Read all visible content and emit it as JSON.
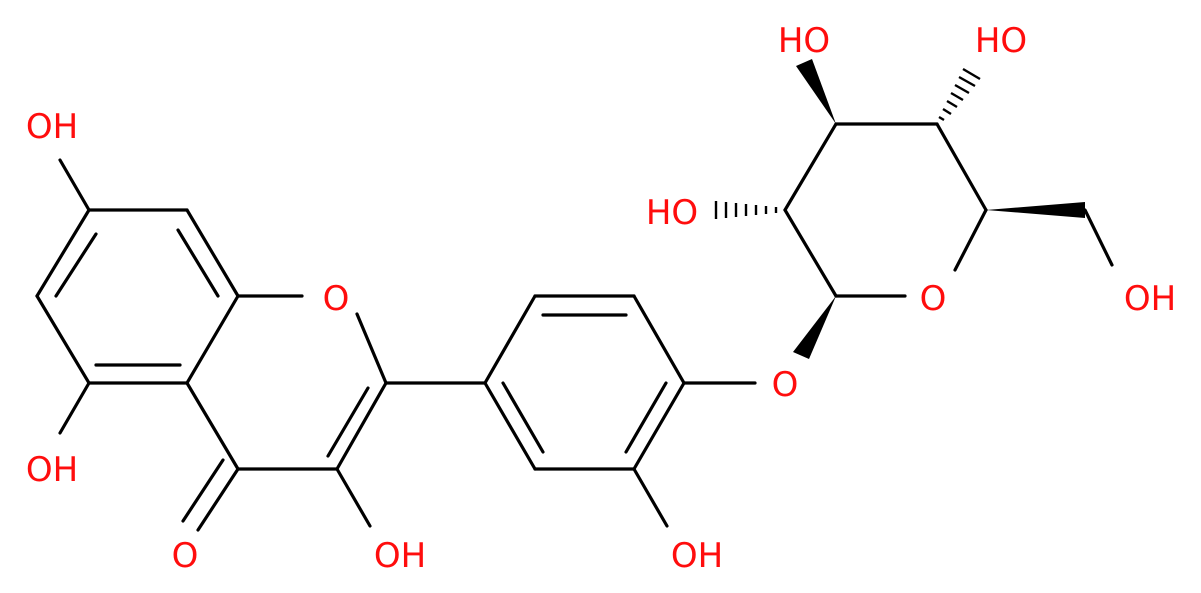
{
  "atom_labels": {
    "oh_c7": "OH",
    "oh_c5": "OH",
    "o_keto": "O",
    "o_ring_chromone": "O",
    "oh_c3": "OH",
    "oh_phenyl": "OH",
    "o_glycosidic": "O",
    "o_ring_sugar": "O",
    "oh_sugar_c2": "HO",
    "oh_sugar_c3": "HO",
    "oh_sugar_c4": "HO",
    "oh_sugar_c6": "OH"
  },
  "colors": {
    "bond": "#000000",
    "oxygen": "#ff0d0d",
    "background": "#ffffff"
  }
}
